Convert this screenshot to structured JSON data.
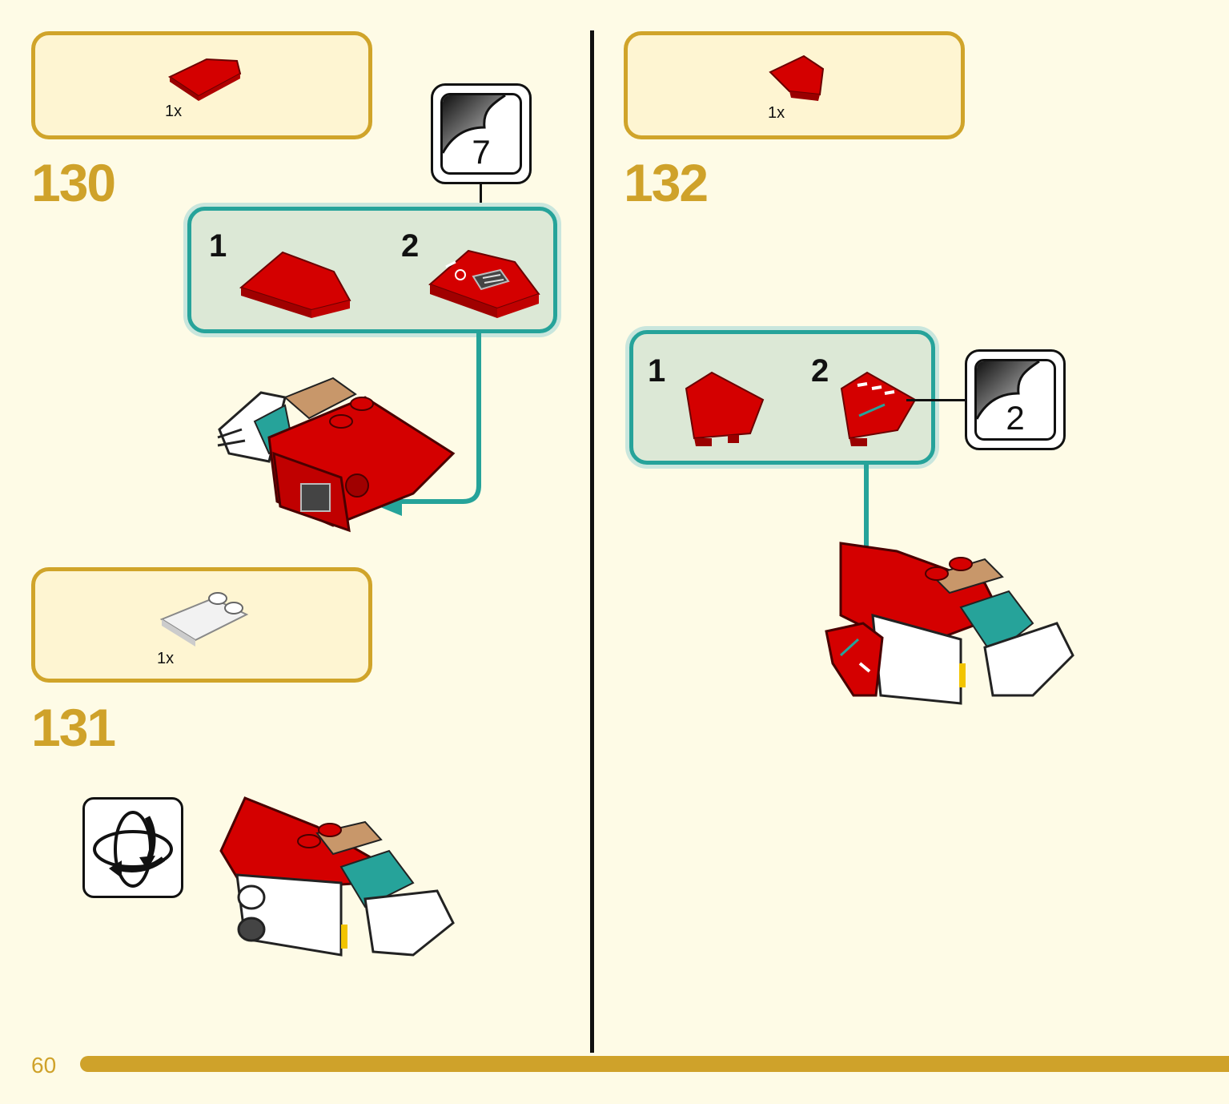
{
  "page": {
    "number": "60"
  },
  "steps": [
    {
      "number": "130",
      "parts_qty": "1x",
      "sub_steps": [
        "1",
        "2"
      ],
      "sticker": "7"
    },
    {
      "number": "131",
      "parts_qty": "1x",
      "rotate_icon": "rotate-model-icon"
    },
    {
      "number": "132",
      "parts_qty": "1x",
      "sub_steps": [
        "1",
        "2"
      ],
      "sticker": "2"
    }
  ],
  "colors": {
    "gold": "#cfa22a",
    "teal": "#26a39a",
    "brick_red": "#d40000",
    "background": "#fefbe6"
  }
}
